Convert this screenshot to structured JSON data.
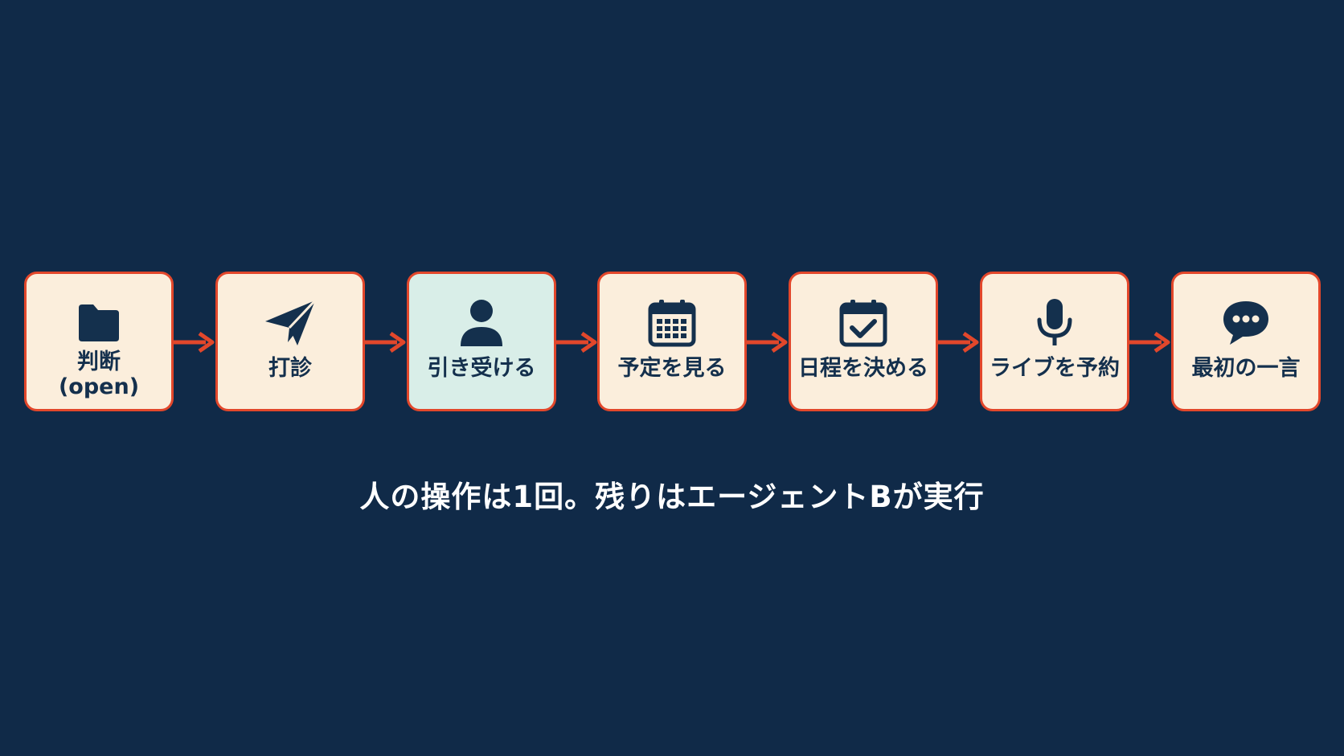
{
  "colors": {
    "background": "#102a48",
    "box_fill": "#fbeedc",
    "box_highlight_fill": "#d9eee8",
    "border_and_arrow": "#e2472b",
    "text_dark": "#14304d",
    "caption_text": "#ffffff"
  },
  "steps": [
    {
      "label": "判断\n(open)",
      "icon": "folder-icon",
      "highlighted": false
    },
    {
      "label": "打診",
      "icon": "paper-plane-icon",
      "highlighted": false
    },
    {
      "label": "引き受ける",
      "icon": "user-icon",
      "highlighted": true
    },
    {
      "label": "予定を見る",
      "icon": "calendar-icon",
      "highlighted": false
    },
    {
      "label": "日程を決める",
      "icon": "calendar-check-icon",
      "highlighted": false
    },
    {
      "label": "ライブを予約",
      "icon": "microphone-icon",
      "highlighted": false
    },
    {
      "label": "最初の一言",
      "icon": "chat-bubble-icon",
      "highlighted": false
    }
  ],
  "caption": "人の操作は1回。残りはエージェントBが実行"
}
